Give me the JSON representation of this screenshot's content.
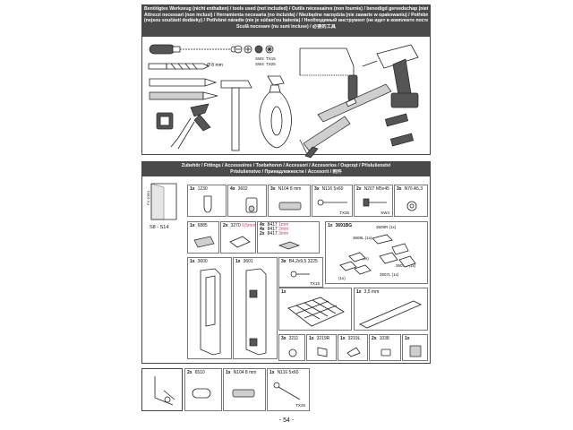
{
  "tools_header": [
    "Benötigtes Werkzeug (nicht enthalten) / tools used (not included) / Outils nécessaires (non fournis) / benodigd gereedschap (niet ingesloten)",
    "Attrezzi necessari (non inclusi) / Herramienta necesaria (no incluida) / Niezbędne narzędzia (nie zawarte w opakowaniu) / Potřebné nářadí",
    "(nejsou součástí dodávky) / Potřebné náradie (nie je súčasťou balenia) / Необходимый инструмент (не идет в комплекте поставки)",
    "Sculă necesare (nu sunt incluse) / 必要的工具"
  ],
  "tools": {
    "drill_size": "Ø 8 mm",
    "bits": [
      "SW2",
      "TX15",
      "SW4",
      "TX25"
    ]
  },
  "fittings_header": [
    "Zubehör / Fittings / Accessoires / Toebehoren / Accessori / Accesorios / Osprzęt / Příslušenství",
    "Príslušenstvo / Принадлежности / Accesorii / 附件"
  ],
  "product": {
    "code": "FX 106/1",
    "model": "S8 - S14"
  },
  "parts": [
    {
      "qty": "1x",
      "code": "1230"
    },
    {
      "qty": "4x",
      "code": "3602"
    },
    {
      "qty": "3x",
      "code": "N104 8 mm"
    },
    {
      "qty": "3x",
      "code": "N116 5x60",
      "note": "TX25"
    },
    {
      "qty": "2x",
      "code": "N207 M5x45",
      "note": "SW4"
    },
    {
      "qty": "3x",
      "code": "N76 A5,3"
    },
    {
      "qty": "1x",
      "code": "6885"
    },
    {
      "qty": "2x",
      "code": "3270",
      "extra": "0,5mm"
    },
    {
      "qty": "1x",
      "code": "3691BG",
      "subs": [
        "3608R (1x)",
        "3608L (1x)",
        "3607R (1x)",
        "3607L (1x)",
        "(1x)",
        "(1x)"
      ]
    },
    {
      "qty": "1x",
      "code": "3600"
    },
    {
      "qty": "1x",
      "code": "3601"
    },
    {
      "qty": "3x",
      "code": "B4,2x9,5 3225",
      "note": "TX15"
    },
    {
      "qty": "1x",
      "code": ""
    },
    {
      "qty": "1x",
      "code": "3,5 mm"
    },
    {
      "qty": "3x",
      "code": "3211"
    },
    {
      "qty": "1x",
      "code": "3219R"
    },
    {
      "qty": "1x",
      "code": "3219L"
    },
    {
      "qty": "2x",
      "code": "1038"
    },
    {
      "qty": "1x",
      "code": ""
    },
    {
      "qty": "2x",
      "code": "6510"
    },
    {
      "qty": "1x",
      "code": "N104 8 mm"
    },
    {
      "qty": "1x",
      "code": "N116 5x60",
      "note": "TX25"
    }
  ],
  "shims": [
    {
      "qty": "4x",
      "code": "8417",
      "size": "1mm"
    },
    {
      "qty": "4x",
      "code": "8417",
      "size": "2mm"
    },
    {
      "qty": "2x",
      "code": "8417",
      "size": "3mm"
    }
  ],
  "page_number": "- 54 -"
}
